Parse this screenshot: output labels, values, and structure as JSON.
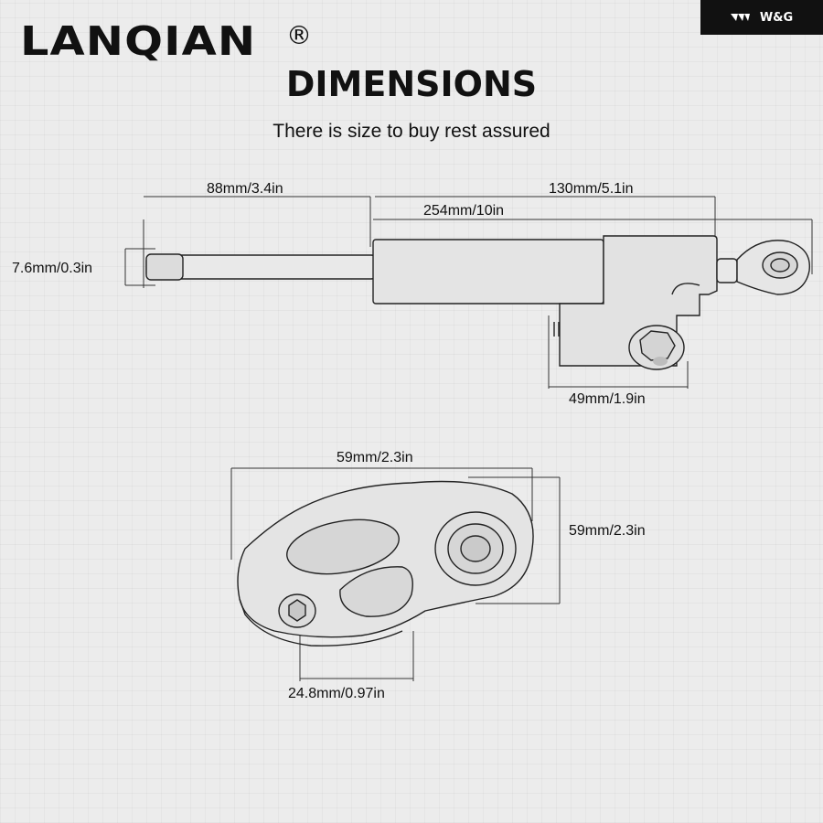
{
  "brand": {
    "name": "LANQIAN",
    "registered": "®"
  },
  "badge": {
    "text": "W&G",
    "icon": "wing-logo-icon"
  },
  "heading": "DIMENSIONS",
  "subtitle": "There is size to buy rest assured",
  "damper": {
    "shaft_length": "88mm/3.4in",
    "body_length": "130mm/5.1in",
    "total_length": "254mm/10in",
    "rod_diameter": "7.6mm/0.3in",
    "mount_height": "49mm/1.9in"
  },
  "bracket": {
    "width": "59mm/2.3in",
    "height": "59mm/2.3in",
    "clamp_diameter": "24.8mm/0.97in"
  }
}
